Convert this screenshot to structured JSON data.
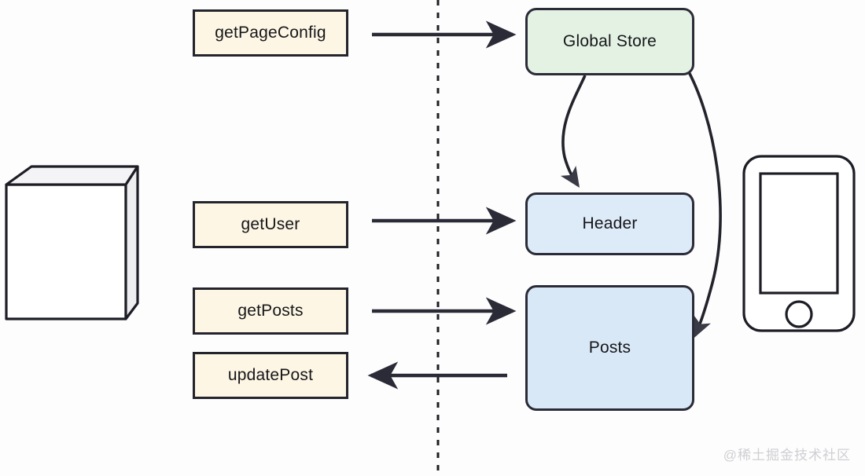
{
  "diagram": {
    "title": "Global Store data flow diagram",
    "background": "#fdfdfd",
    "colors": {
      "api_box_fill": "#fdf6e4",
      "api_box_stroke": "#24242c",
      "store_fill": "#e4f2e4",
      "component_fill": "#ddeaf8",
      "line": "#2b2b38",
      "watermark": "#cfcfd4"
    }
  },
  "api_boxes": [
    {
      "label": "getPageConfig"
    },
    {
      "label": "getUser"
    },
    {
      "label": "getPosts"
    },
    {
      "label": "updatePost"
    }
  ],
  "components": [
    {
      "label": "Global Store"
    },
    {
      "label": "Header"
    },
    {
      "label": "Posts"
    }
  ],
  "icons": {
    "server_cube": "server-cube-icon",
    "phone": "mobile-phone-icon",
    "divider": "vertical-dashed-divider"
  },
  "arrows": [
    {
      "name": "getPageConfig-to-global-store",
      "direction": "right"
    },
    {
      "name": "getUser-to-header",
      "direction": "right"
    },
    {
      "name": "getPosts-to-posts",
      "direction": "right"
    },
    {
      "name": "posts-to-updatePost",
      "direction": "left"
    },
    {
      "name": "global-store-to-header",
      "direction": "curve-down"
    },
    {
      "name": "global-store-to-posts",
      "direction": "curve-right-down"
    }
  ],
  "watermark": {
    "text": "@稀土掘金技术社区"
  }
}
